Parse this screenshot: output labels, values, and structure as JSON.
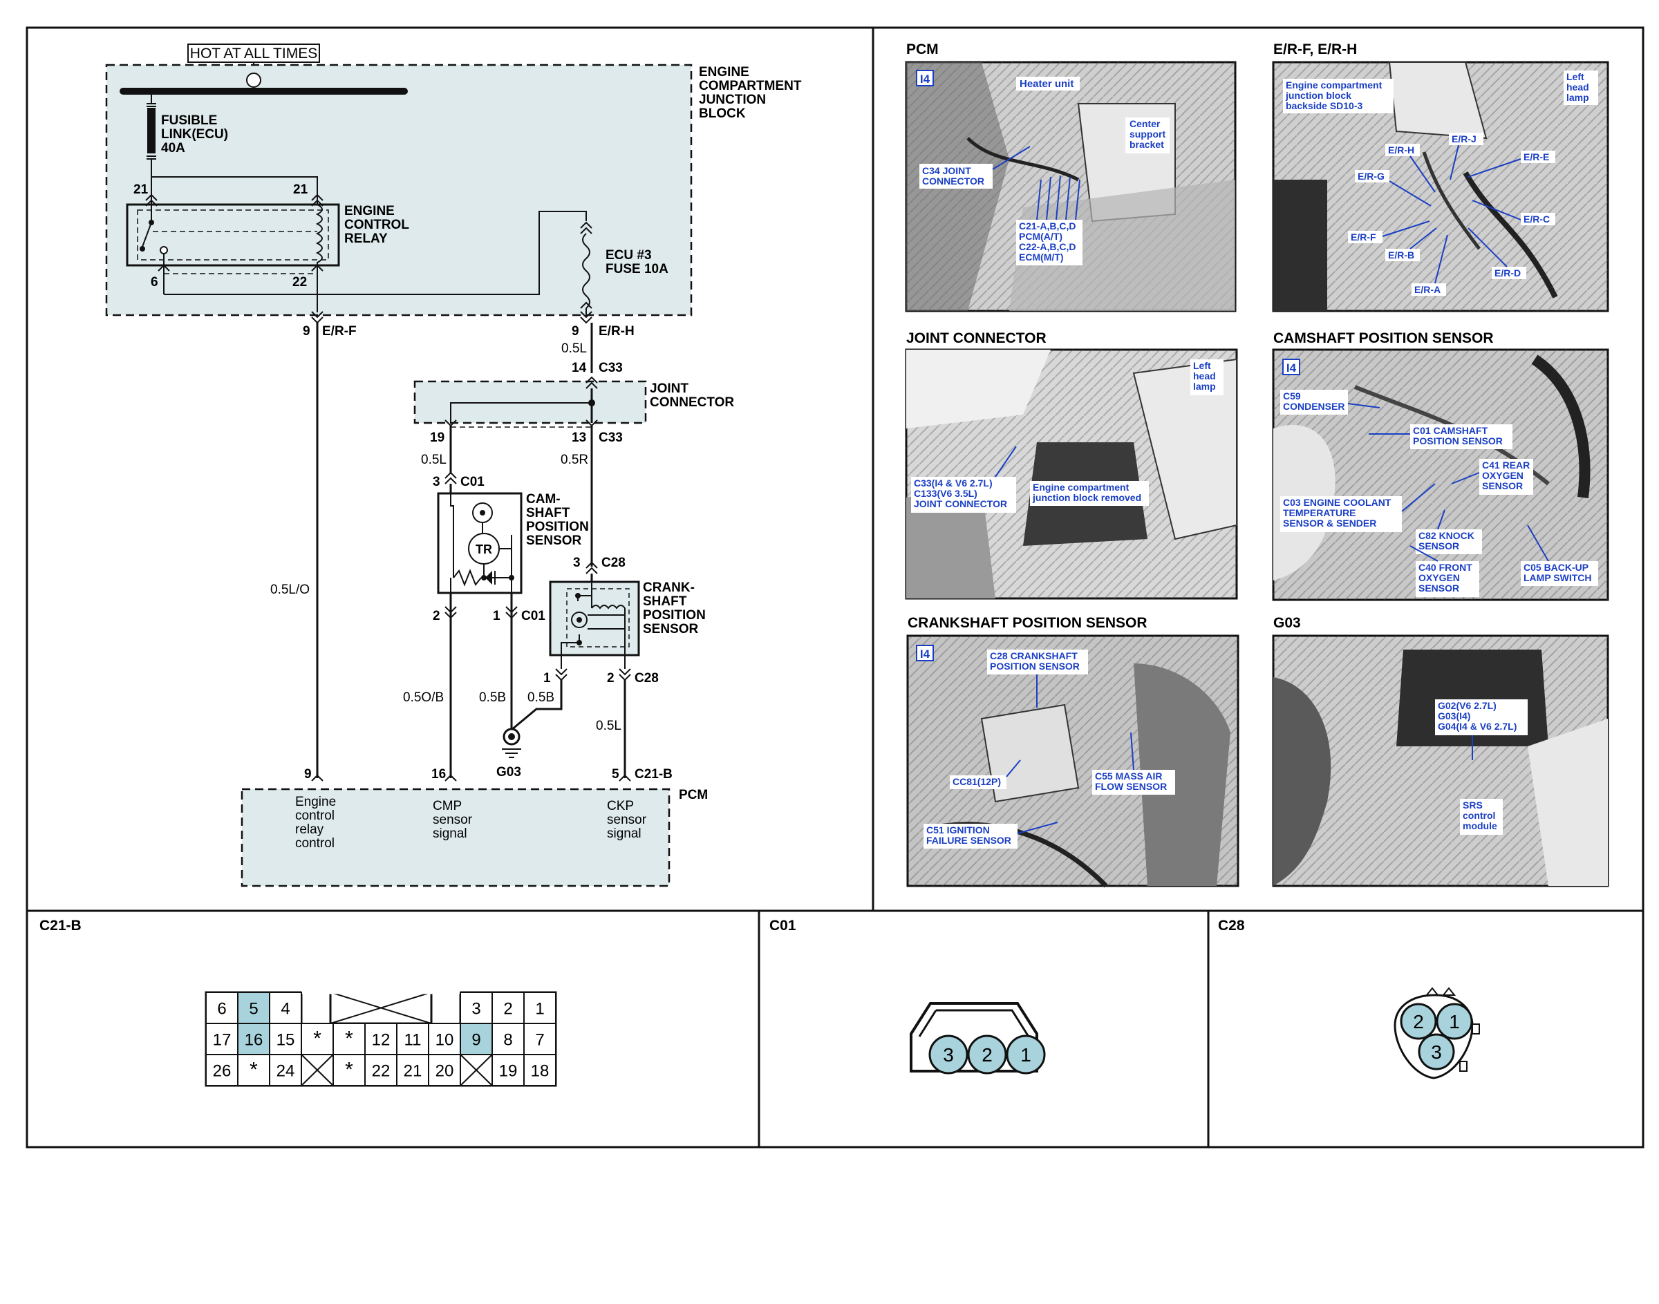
{
  "colors": {
    "block_fill": "#deeaec",
    "pin_highlight": "#a9d3dc",
    "callout": "#1a3fc4",
    "photo_dark": "#2e2e2e",
    "photo_mid": "#8a8a8a",
    "photo_light": "#d4d4d4"
  },
  "schematic": {
    "hot_label": "HOT AT ALL TIMES",
    "ecj_block": [
      "ENGINE",
      "COMPARTMENT",
      "JUNCTION",
      "BLOCK"
    ],
    "fusible_link": [
      "FUSIBLE",
      "LINK(ECU)",
      "40A"
    ],
    "relay": [
      "ENGINE",
      "CONTROL",
      "RELAY"
    ],
    "relay_pins": {
      "top_left": "21",
      "top_right": "21",
      "bottom_left": "6",
      "bottom_right": "22"
    },
    "fuse": [
      "ECU #3",
      "FUSE 10A"
    ],
    "er_f": {
      "pin": "9",
      "conn": "E/R-F"
    },
    "er_h": {
      "pin": "9",
      "conn": "E/R-H"
    },
    "wire_er_h": "0.5L",
    "c33_top": {
      "pin": "14",
      "conn": "C33"
    },
    "joint_connector": [
      "JOINT",
      "CONNECTOR"
    ],
    "c33_left_pin": "19",
    "c33_right": {
      "pin": "13",
      "conn": "C33"
    },
    "wire_cmp_in": "0.5L",
    "wire_ckp_in": "0.5R",
    "c01_top": {
      "pin": "3",
      "conn": "C01"
    },
    "cmp_sensor": [
      "CAM-",
      "SHAFT",
      "POSITION",
      "SENSOR"
    ],
    "tr_label": "TR",
    "wire_er_f": "0.5L/O",
    "c28_top": {
      "pin": "3",
      "conn": "C28"
    },
    "ckp_sensor": [
      "CRANK-",
      "SHAFT",
      "POSITION",
      "SENSOR"
    ],
    "c01_bottom": {
      "pin_left": "2",
      "pin_right": "1",
      "conn": "C01"
    },
    "c28_bottom": {
      "pin_left": "1",
      "pin_right": "2",
      "conn": "C28"
    },
    "wire_cmp_out": "0.5O/B",
    "wire_gnd_a": "0.5B",
    "wire_gnd_b": "0.5B",
    "wire_ckp_out": "0.5L",
    "ground": "G03",
    "pcm_pins": {
      "p1": "9",
      "p2": "16",
      "p3": "5",
      "conn": "C21-B"
    },
    "pcm_label": "PCM",
    "pcm_signal_1": [
      "Engine",
      "control",
      "relay",
      "control"
    ],
    "pcm_signal_2": [
      "CMP",
      "sensor",
      "signal"
    ],
    "pcm_signal_3": [
      "CKP",
      "sensor",
      "signal"
    ]
  },
  "photos": [
    {
      "title": "PCM",
      "badge": "I4",
      "callouts": [
        "Heater unit",
        "Center",
        "support",
        "bracket",
        "C34 JOINT",
        "CONNECTOR",
        "C21-A,B,C,D",
        "PCM(A/T)",
        "C22-A,B,C,D",
        "ECM(M/T)"
      ]
    },
    {
      "title": "E/R-F, E/R-H",
      "badge": "",
      "callouts": [
        "Engine compartment",
        "junction block",
        "backside SD10-3",
        "Left",
        "head",
        "lamp",
        "E/R-H",
        "E/R-J",
        "E/R-E",
        "E/R-G",
        "E/R-C",
        "E/R-F",
        "E/R-B",
        "E/R-A",
        "E/R-D"
      ]
    },
    {
      "title": "JOINT CONNECTOR",
      "badge": "",
      "callouts": [
        "Left",
        "head",
        "lamp",
        "C33(I4 & V6 2.7L)",
        "C133(V6 3.5L)",
        "JOINT CONNECTOR",
        "Engine compartment",
        "junction block removed"
      ]
    },
    {
      "title": "CAMSHAFT POSITION SENSOR",
      "badge": "I4",
      "callouts": [
        "C59",
        "CONDENSER",
        "C01 CAMSHAFT",
        "POSITION SENSOR",
        "C41 REAR",
        "OXYGEN",
        "SENSOR",
        "C03 ENGINE COOLANT",
        "TEMPERATURE",
        "SENSOR & SENDER",
        "C82 KNOCK",
        "SENSOR",
        "C40 FRONT",
        "OXYGEN",
        "SENSOR",
        "C05 BACK-UP",
        "LAMP SWITCH"
      ]
    },
    {
      "title": "CRANKSHAFT POSITION SENSOR",
      "badge": "I4",
      "callouts": [
        "C28 CRANKSHAFT",
        "POSITION SENSOR",
        "CC81(12P)",
        "C55 MASS AIR",
        "FLOW SENSOR",
        "C51 IGNITION",
        "FAILURE SENSOR"
      ]
    },
    {
      "title": "G03",
      "badge": "",
      "callouts": [
        "G02(V6 2.7L)",
        "G03(I4)",
        "G04(I4 & V6 2.7L)",
        "SRS",
        "control",
        "module"
      ]
    }
  ],
  "connectors": {
    "c21b": {
      "title": "C21-B",
      "row1": [
        "6",
        "5",
        "4",
        "3",
        "2",
        "1"
      ],
      "row2": [
        "17",
        "16",
        "15",
        "*",
        "*",
        "12",
        "11",
        "10",
        "9",
        "8",
        "7"
      ],
      "row3": [
        "26",
        "*",
        "24",
        "*",
        "22",
        "21",
        "20",
        "19",
        "18"
      ],
      "highlighted": [
        "5",
        "16",
        "9"
      ]
    },
    "c01": {
      "title": "C01",
      "pins": [
        "3",
        "2",
        "1"
      ]
    },
    "c28": {
      "title": "C28",
      "pins": [
        "2",
        "1",
        "3"
      ]
    }
  }
}
